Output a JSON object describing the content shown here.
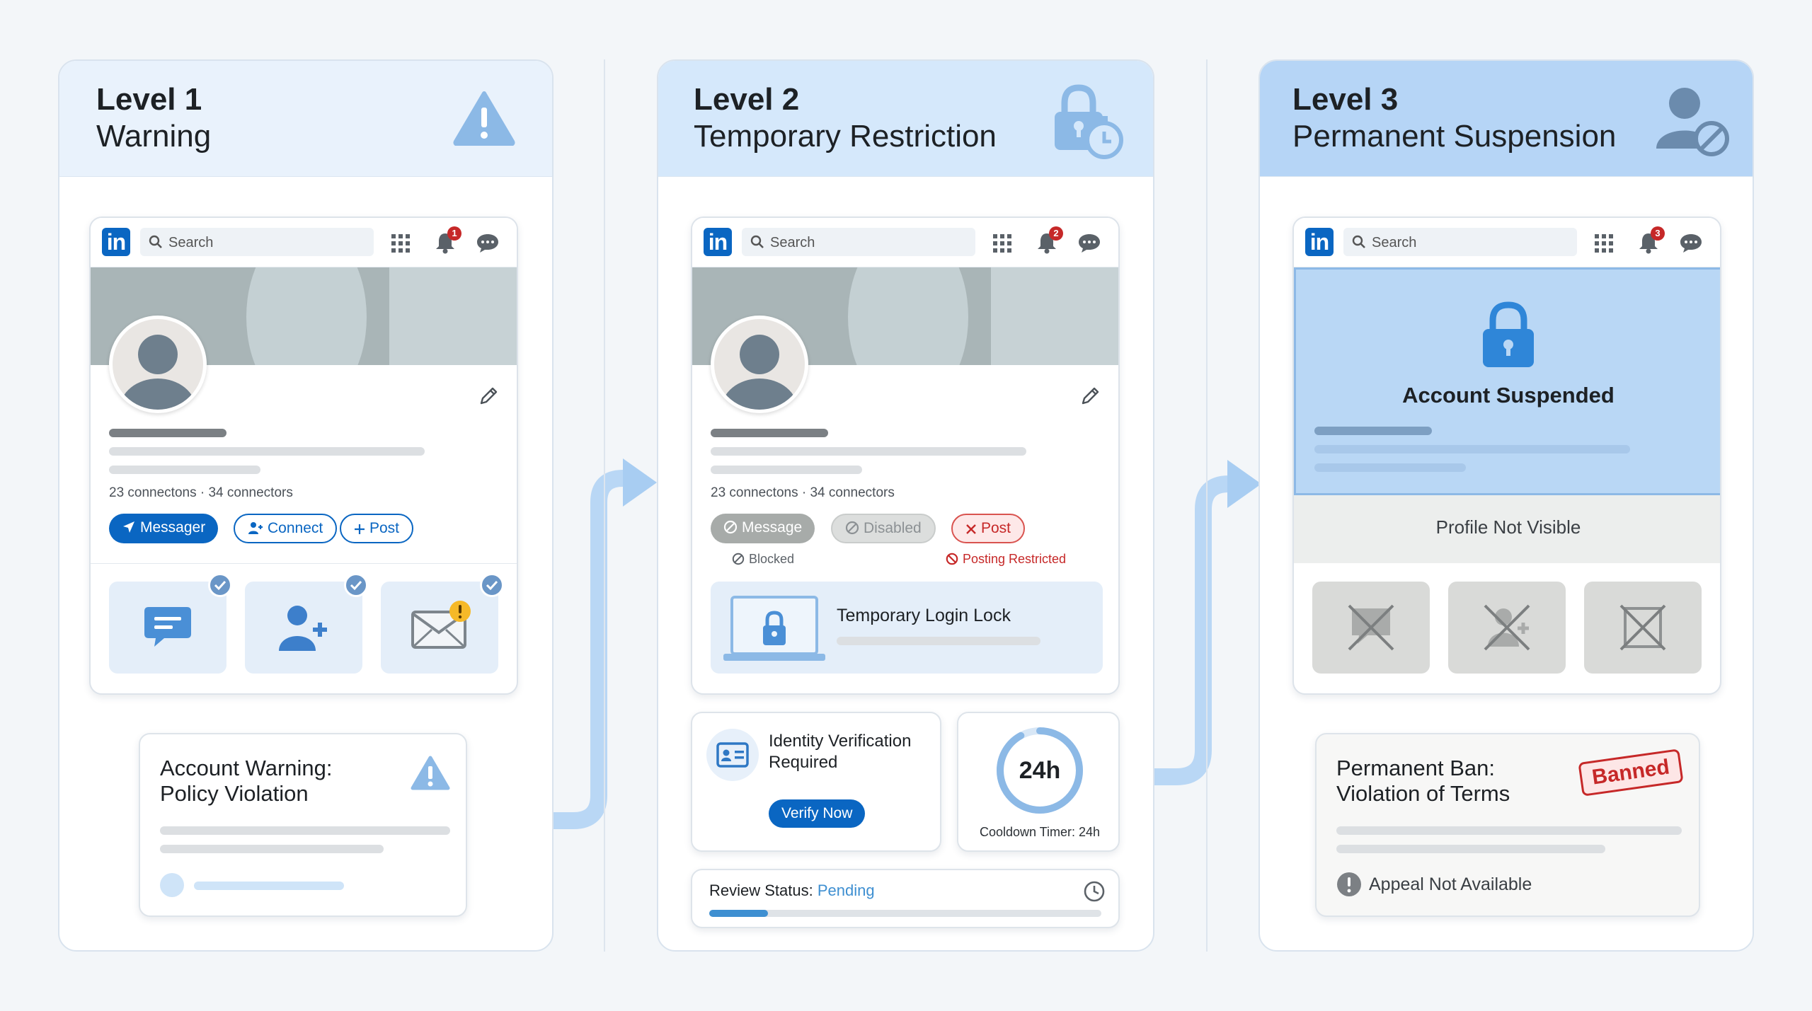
{
  "levels": [
    {
      "level": "Level 1",
      "name": "Warning"
    },
    {
      "level": "Level 2",
      "name": "Temporary Restriction"
    },
    {
      "level": "Level 3",
      "name": "Permanent Suspension"
    }
  ],
  "header": {
    "logo_text": "in",
    "search_placeholder": "Search",
    "badges": [
      "1",
      "2",
      "3"
    ]
  },
  "profile": {
    "connections_text": "23 connectons",
    "connectors_text": "34 connectors"
  },
  "level1": {
    "message_button": "Messager",
    "connect_button": "Connect",
    "post_button": "Post",
    "warning_title": "Account Warning:",
    "warning_subtitle": "Policy Violation"
  },
  "level2": {
    "message_button": "Message",
    "disabled_button": "Disabled",
    "post_button": "Post",
    "blocked_label": "Blocked",
    "posting_restricted_label": "Posting Restricted",
    "login_lock_label": "Temporary Login Lock",
    "identity_title": "Identity Verification",
    "identity_subtitle": "Required",
    "verify_button": "Verify Now",
    "cooldown_value": "24h",
    "cooldown_label": "Cooldown Timer: 24h",
    "review_label": "Review Status:",
    "review_value": "Pending",
    "review_progress": 0.15
  },
  "level3": {
    "suspended_title": "Account Suspended",
    "profile_not_visible": "Profile Not Visible",
    "ban_title": "Permanent Ban:",
    "ban_subtitle": "Violation of Terms",
    "banned_stamp": "Banned",
    "appeal_text": "Appeal Not Available"
  },
  "colors": {
    "brand_blue": "#0a66c2",
    "header_l1": "#e9f2fc",
    "header_l2": "#d5e8fb",
    "header_l3": "#b6d5f6",
    "flow_arrow": "#b9d7f5",
    "danger": "#c62828",
    "pending": "#3e8fd1"
  }
}
